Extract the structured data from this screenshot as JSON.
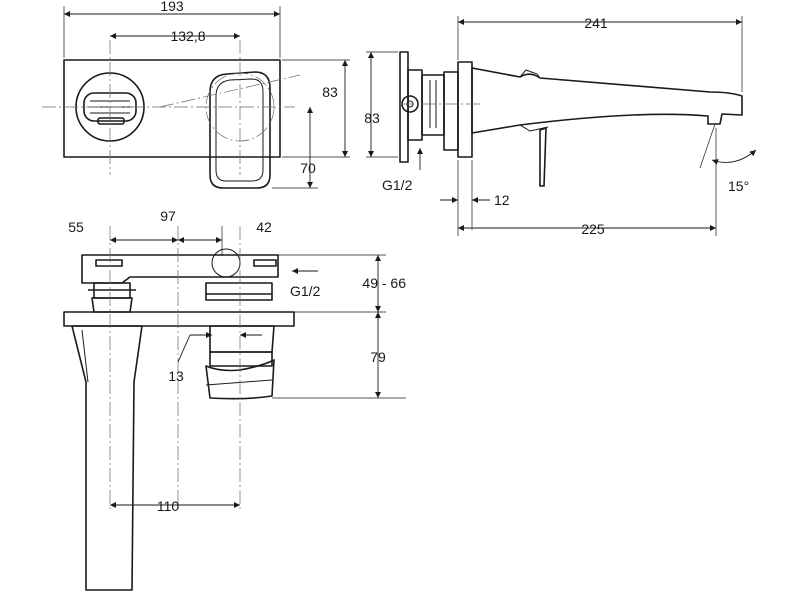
{
  "drawing": {
    "front_view": {
      "overall_width": "193",
      "centers_width": "132,8",
      "height": "83",
      "lever_offset": "70"
    },
    "side_view": {
      "plate_height": "83",
      "inlet_thread": "G1/2",
      "projection": "241",
      "wall_offset": "12",
      "spout_reach": "225",
      "spout_angle": "15°"
    },
    "top_view": {
      "offset_left": "55",
      "centers": "97",
      "offset_right": "42",
      "inlet_thread": "G1/2",
      "body_depth": "49 - 66",
      "stem_offset": "13",
      "lever_height": "79",
      "spout_offset": "110"
    }
  }
}
